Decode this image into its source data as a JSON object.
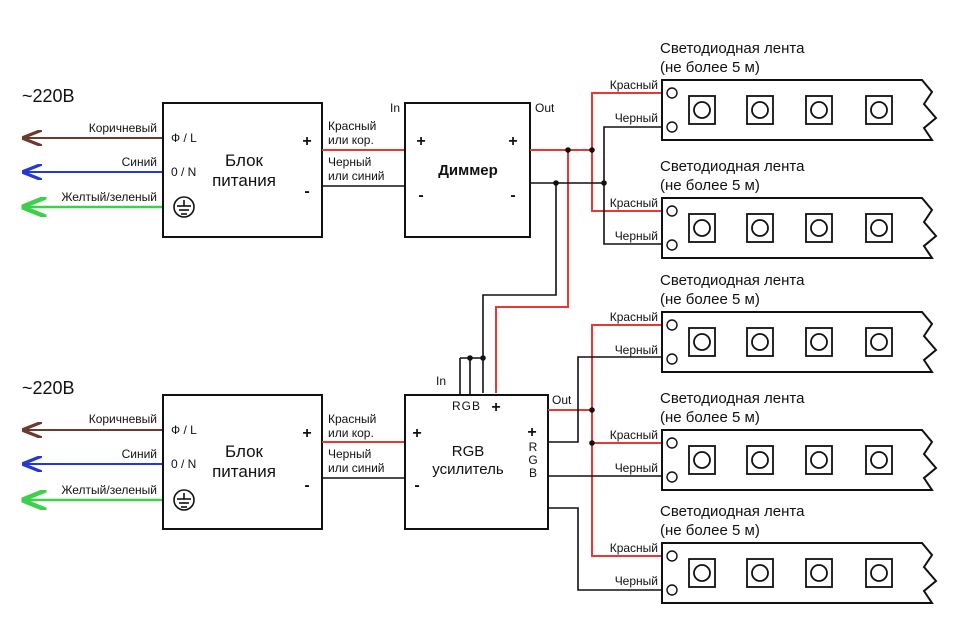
{
  "mains": {
    "voltage": "~220В",
    "wire_brown": "Коричневый",
    "wire_blue": "Синий",
    "wire_ground": "Желтый/зеленый"
  },
  "psu": {
    "title_line1": "Блок",
    "title_line2": "питания",
    "phase": "Ф / L",
    "neutral": "0 / N",
    "plus": "+",
    "minus": "-"
  },
  "psu_out": {
    "red_line1": "Красный",
    "red_line2": "или кор.",
    "black_line1": "Черный",
    "black_line2": "или синий"
  },
  "dimmer": {
    "title": "Диммер",
    "in": "In",
    "out": "Out",
    "plus": "+",
    "minus": "-"
  },
  "rgb_amp": {
    "title_line1": "RGB",
    "title_line2": "усилитель",
    "in": "In",
    "out": "Out",
    "in_pins": "RGB",
    "plus": "+",
    "minus": "-",
    "out_r": "R",
    "out_g": "G",
    "out_b": "B"
  },
  "strip": {
    "title_line1": "Светодиодная лента",
    "title_line2": "(не более 5 м)",
    "red": "Красный",
    "black": "Черный"
  },
  "colors": {
    "red_wire": "#e53935",
    "brown_wire": "#6d3b2e",
    "blue_wire": "#2438d6",
    "ground_wire": "#3bd14a",
    "outline": "#111111"
  }
}
